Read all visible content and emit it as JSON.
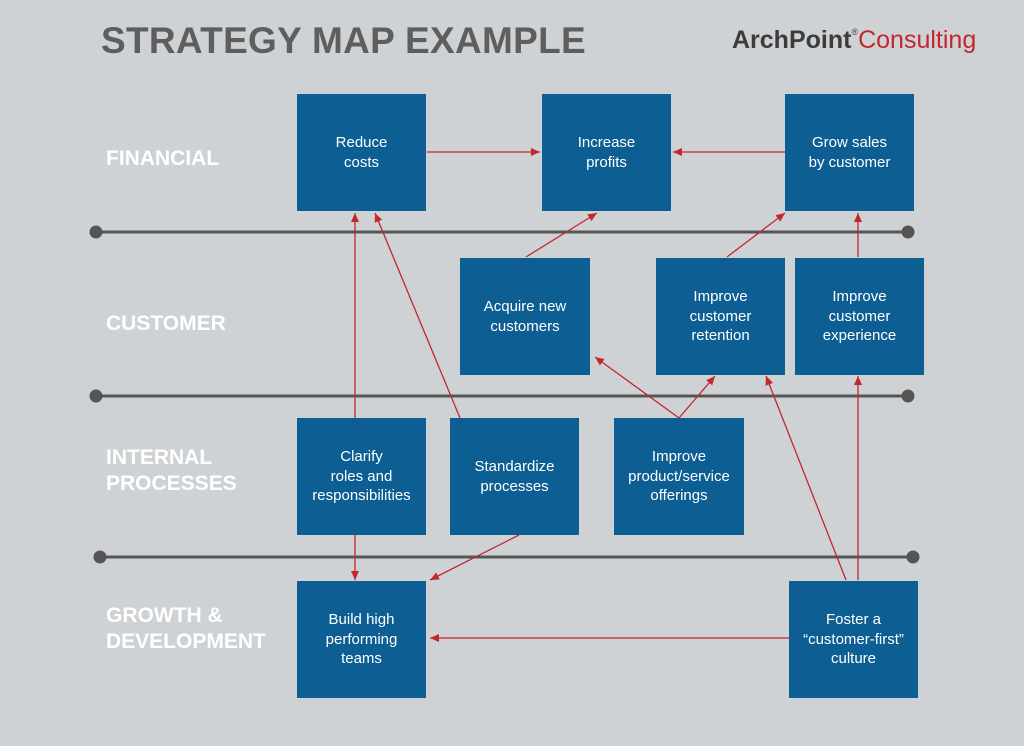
{
  "header": {
    "title": "STRATEGY MAP EXAMPLE",
    "logo_part1": "ArchPoint",
    "logo_mark": "®",
    "logo_part2": "Consulting"
  },
  "colors": {
    "background": "#cfd2d5",
    "box": "#0c5e93",
    "arrow": "#c4262e",
    "divider": "#555555",
    "title": "#5e5e5e"
  },
  "lanes": {
    "financial": "FINANCIAL",
    "customer": "CUSTOMER",
    "internal": "INTERNAL\nPROCESSES",
    "growth": "GROWTH &\nDEVELOPMENT"
  },
  "boxes": {
    "reduce_costs": "Reduce\ncosts",
    "increase_profits": "Increase\nprofits",
    "grow_sales": "Grow sales\nby customer",
    "acquire_customers": "Acquire new\ncustomers",
    "improve_retention": "Improve\ncustomer\nretention",
    "improve_experience": "Improve\ncustomer\nexperience",
    "clarify_roles": "Clarify\nroles and\nresponsibilities",
    "standardize": "Standardize\nprocesses",
    "improve_offerings": "Improve\nproduct/service\nofferings",
    "build_teams": "Build high\nperforming\nteams",
    "foster_culture": "Foster a\n“customer-first”\nculture"
  }
}
